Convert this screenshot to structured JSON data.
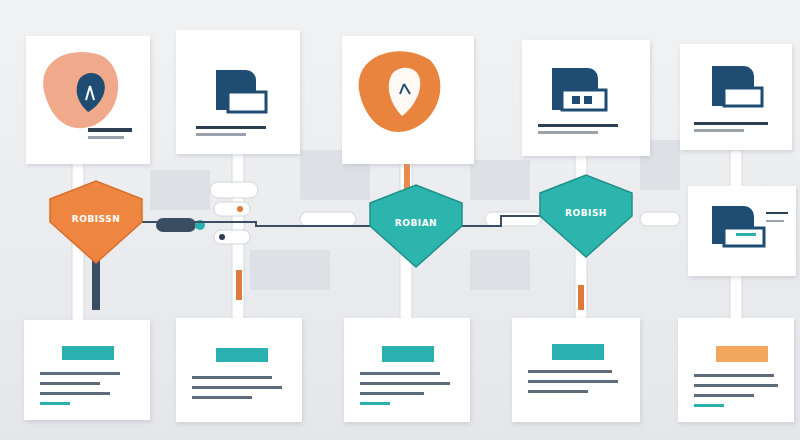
{
  "diagram": {
    "nodes": [
      {
        "text": [
          "ROBISSN"
        ]
      },
      {
        "text": [
          "ROBIAN"
        ]
      },
      {
        "text": [
          "ROBISH"
        ]
      }
    ],
    "edges": [
      {
        "from": 0,
        "to": 1,
        "arrow": "none"
      },
      {
        "from": 1,
        "to": 2,
        "arrow": "none"
      }
    ]
  }
}
